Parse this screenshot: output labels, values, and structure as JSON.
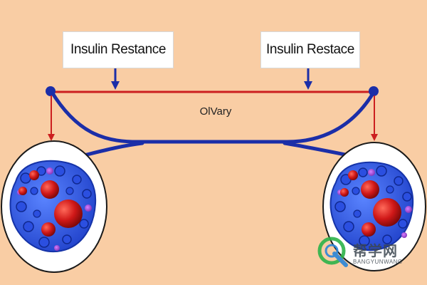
{
  "labels": {
    "left": "Insulin Restance",
    "right": "Insulin Restace",
    "center": "OlVary"
  },
  "watermark": {
    "main": "帮学网",
    "sub": "BANGYUNWANG"
  },
  "colors": {
    "background": "#f9cda4",
    "line_red": "#cc1f1f",
    "line_blue": "#1b2ea8",
    "cell_blue": "#2f55e6",
    "cell_red": "#d01818"
  }
}
